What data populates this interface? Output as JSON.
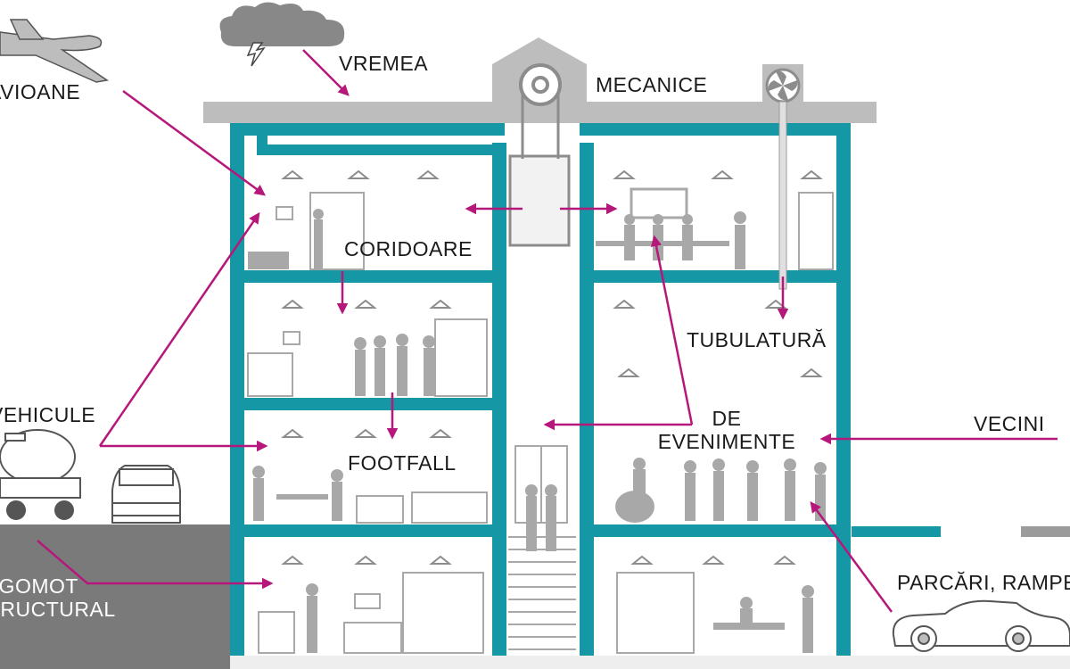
{
  "labels": {
    "avioane": "AVIOANE",
    "vremea": "VREMEA",
    "mecanice": "MECANICE",
    "coridoare": "CORIDOARE",
    "tubulatura": "TUBULATURĂ",
    "vehicule": "VEHICULE",
    "de_evenimente_line1": "DE",
    "de_evenimente_line2": "EVENIMENTE",
    "vecini": "VECINI",
    "footfall": "FOOTFALL",
    "parcari": "PARCĂRI, RAMPE",
    "zgomot_line1": "ZGOMOT",
    "zgomot_line2": "STRUCTURAL"
  },
  "icons": [
    "airplane-icon",
    "storm-cloud-icon",
    "elevator-pulley-icon",
    "fan-icon",
    "truck-icon",
    "pickup-icon",
    "car-icon"
  ],
  "colors": {
    "structure": "#1597a5",
    "arrow": "#b5187a",
    "gray": "#9b9b9b",
    "ground": "#7a7a7a"
  }
}
